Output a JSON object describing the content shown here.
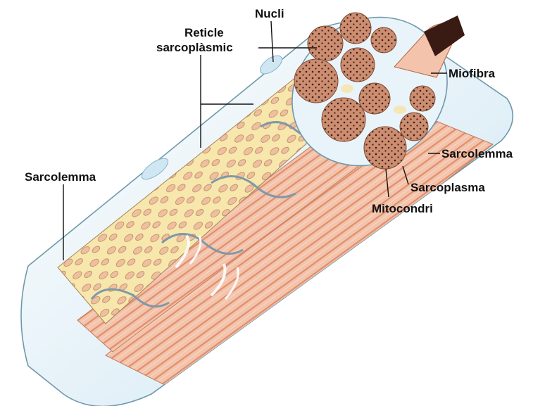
{
  "figure": {
    "labels": {
      "nuclei": "Nucli",
      "reticle_line1": "Reticle",
      "reticle_line2": "sarcoplàsmic",
      "sarcolemma_left": "Sarcolemma",
      "miofibra": "Miofibra",
      "sarcolemma_right": "Sarcolemma",
      "sarcoplasma": "Sarcoplasma",
      "mitocondri": "Mitocondri"
    }
  },
  "colors": {
    "outer_sheath": "#dff0f8",
    "sheath_edge": "#7aa3b8",
    "myofibril": "#f0b9a0",
    "myofibril_stripe": "#d98a6a",
    "reticulum": "#f6e6a8",
    "nucleus": "#cfe7f3",
    "end_face_fill": "#c9856a",
    "fiber_dark": "#3a1b14"
  }
}
